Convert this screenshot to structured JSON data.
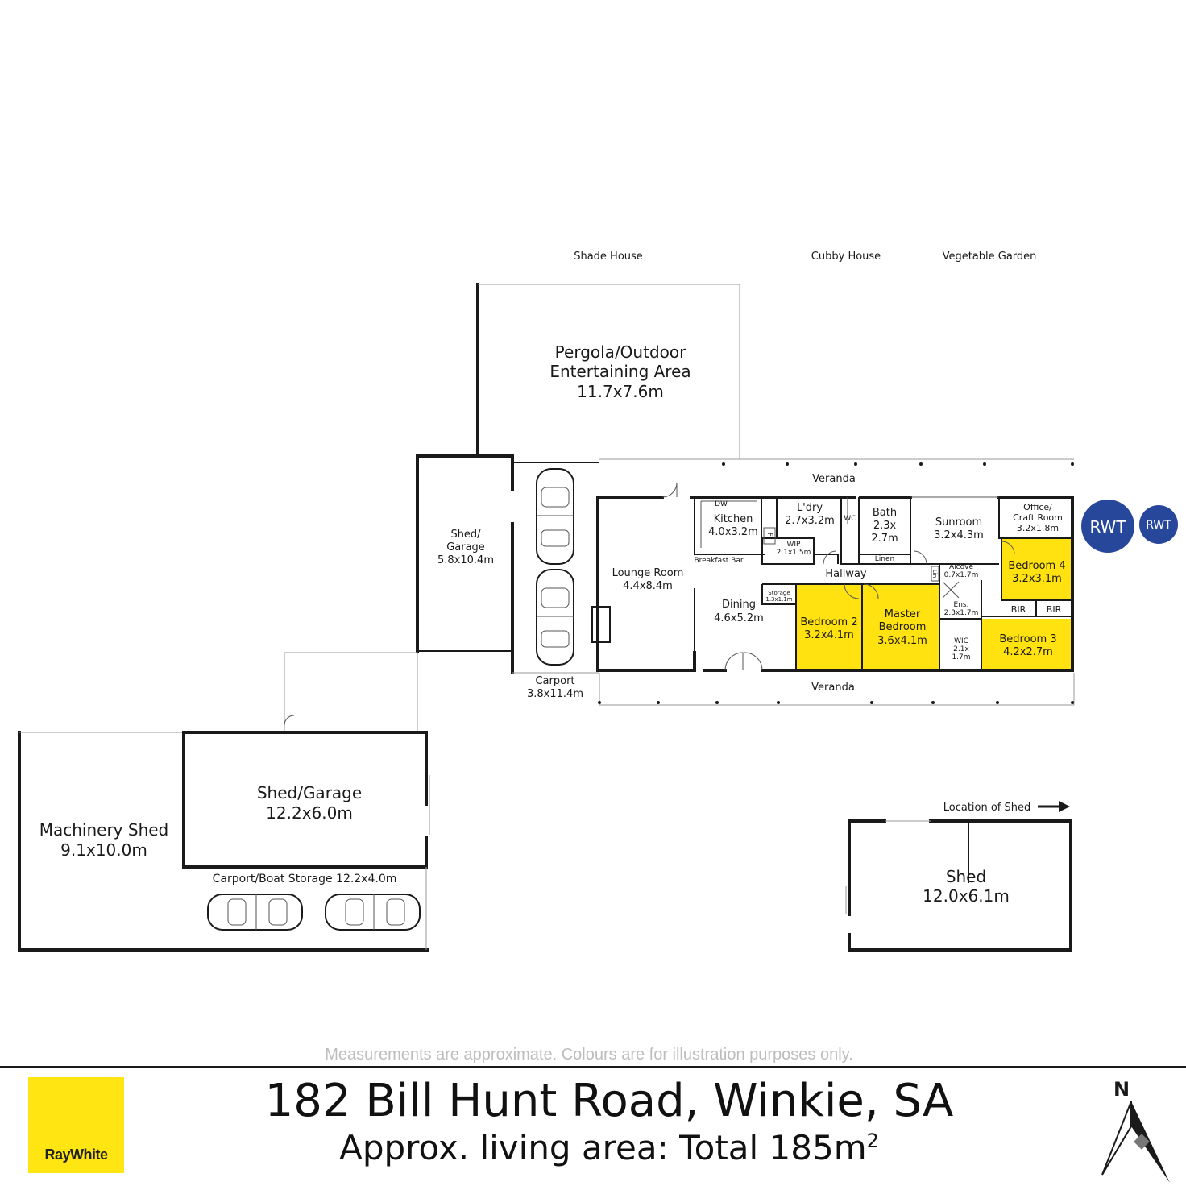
{
  "labels": {
    "shade_house": "Shade House",
    "cubby_house": "Cubby House",
    "vegetable_garden": "Vegetable Garden",
    "pergola_l1": "Pergola/Outdoor",
    "pergola_l2": "Entertaining Area",
    "pergola_dim": "11.7x7.6m",
    "veranda_top": "Veranda",
    "veranda_bottom": "Veranda",
    "shed_garage_small_l1": "Shed/",
    "shed_garage_small_l2": "Garage",
    "shed_garage_small_dim": "5.8x10.4m",
    "carport": "Carport",
    "carport_dim": "3.8x11.4m",
    "lounge": "Lounge Room",
    "lounge_dim": "4.4x8.4m",
    "kitchen": "Kitchen",
    "kitchen_dim": "4.0x3.2m",
    "dw": "DW",
    "fr": "Fr",
    "breakfast_bar": "Breakfast Bar",
    "wip": "WIP",
    "wip_dim": "2.1x1.5m",
    "laundry": "L'dry",
    "laundry_dim": "2.7x3.2m",
    "wc": "WC",
    "bath": "Bath",
    "bath_dim1": "2.3x",
    "bath_dim2": "2.7m",
    "linen": "Linen",
    "sunroom": "Sunroom",
    "sunroom_dim": "3.2x4.3m",
    "office_l1": "Office/",
    "office_l2": "Craft Room",
    "office_dim": "3.2x1.8m",
    "hallway": "Hallway",
    "alcove": "Alcove",
    "alcove_dim": "0.7x1.7m",
    "lin": "Lin",
    "dining": "Dining",
    "dining_dim": "4.6x5.2m",
    "storage": "Storage",
    "storage_dim": "1.3x1.1m",
    "bedroom2": "Bedroom 2",
    "bedroom2_dim": "3.2x4.1m",
    "master_l1": "Master",
    "master_l2": "Bedroom",
    "master_dim": "3.6x4.1m",
    "ens": "Ens.",
    "ens_dim": "2.3x1.7m",
    "wic": "WIC",
    "wic_dim1": "2.1x",
    "wic_dim2": "1.7m",
    "bedroom4": "Bedroom 4",
    "bedroom4_dim": "3.2x3.1m",
    "bir1": "BIR",
    "bir2": "BIR",
    "bedroom3": "Bedroom 3",
    "bedroom3_dim": "4.2x2.7m",
    "rwt1": "RWT",
    "rwt2": "RWT",
    "machinery_shed": "Machinery Shed",
    "machinery_dim": "9.1x10.0m",
    "shed_garage_big": "Shed/Garage",
    "shed_garage_big_dim": "12.2x6.0m",
    "carport_boat": "Carport/Boat Storage 12.2x4.0m",
    "location_of_shed": "Location of Shed",
    "shed": "Shed",
    "shed_dim": "12.0x6.1m",
    "north": "N"
  },
  "footer": {
    "disclaimer": "Measurements are approximate. Colours are for illustration purposes only.",
    "address": "182 Bill Hunt Road, Winkie, SA",
    "area_text": "Approx. living area: Total 185m",
    "area_sup": "2",
    "logo_text": "RayWhite"
  },
  "colors": {
    "bedroom_fill": "#ffe20f",
    "rwt_fill": "#27479b",
    "logo_yellow": "#ffe512"
  }
}
